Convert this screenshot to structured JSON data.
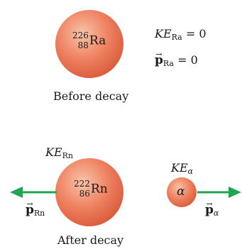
{
  "before": {
    "parent": {
      "mass_number": "226",
      "atomic_number": "88",
      "symbol": "Ra"
    },
    "ke_label": {
      "symbol": "KE",
      "subscript": "Ra",
      "equals": "= 0"
    },
    "p_label": {
      "symbol": "p",
      "subscript": "Ra",
      "equals": "= 0"
    },
    "caption": "Before decay"
  },
  "after": {
    "daughter": {
      "mass_number": "222",
      "atomic_number": "86",
      "symbol": "Rn"
    },
    "alpha": {
      "symbol": "α"
    },
    "ke_rn": {
      "symbol": "KE",
      "subscript": "Rn"
    },
    "ke_alpha": {
      "symbol": "KE",
      "subscript": "α"
    },
    "p_rn": {
      "symbol": "p",
      "subscript": "Rn"
    },
    "p_alpha": {
      "symbol": "p",
      "subscript": "α"
    },
    "caption": "After decay"
  },
  "colors": {
    "sphere_light": "#f8c4a8",
    "sphere_mid": "#ee8060",
    "sphere_dark": "#d85a3a",
    "arrow": "#1fa552"
  }
}
